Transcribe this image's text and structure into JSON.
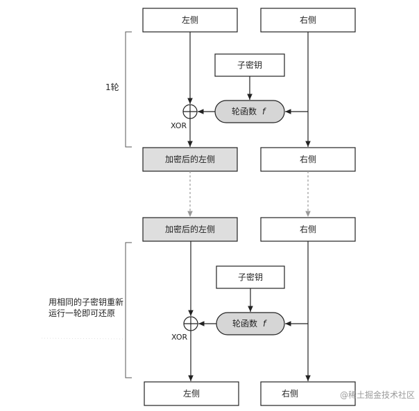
{
  "round1": {
    "left_label": "左侧",
    "right_label": "右侧",
    "subkey_label": "子密钥",
    "round_function_label": "轮函数",
    "round_function_symbol": "f",
    "xor_label": "XOR",
    "encrypted_left_label": "加密后的左侧",
    "right_out_label": "右侧",
    "side_label": "1轮"
  },
  "round2": {
    "encrypted_left_label": "加密后的左侧",
    "right_label": "右侧",
    "subkey_label": "子密钥",
    "round_function_label": "轮函数",
    "round_function_symbol": "f",
    "xor_label": "XOR",
    "left_out_label": "左侧",
    "right_out_label": "右侧",
    "side_label_line1": "用相同的子密钥重新",
    "side_label_line2": "运行一轮即可还原"
  },
  "watermark": "@稀土掘金技术社区",
  "colors": {
    "shaded_box": "#dedede",
    "round_function_fill": "#d6d6d6",
    "line": "#222222",
    "dashed_line": "#999999"
  }
}
